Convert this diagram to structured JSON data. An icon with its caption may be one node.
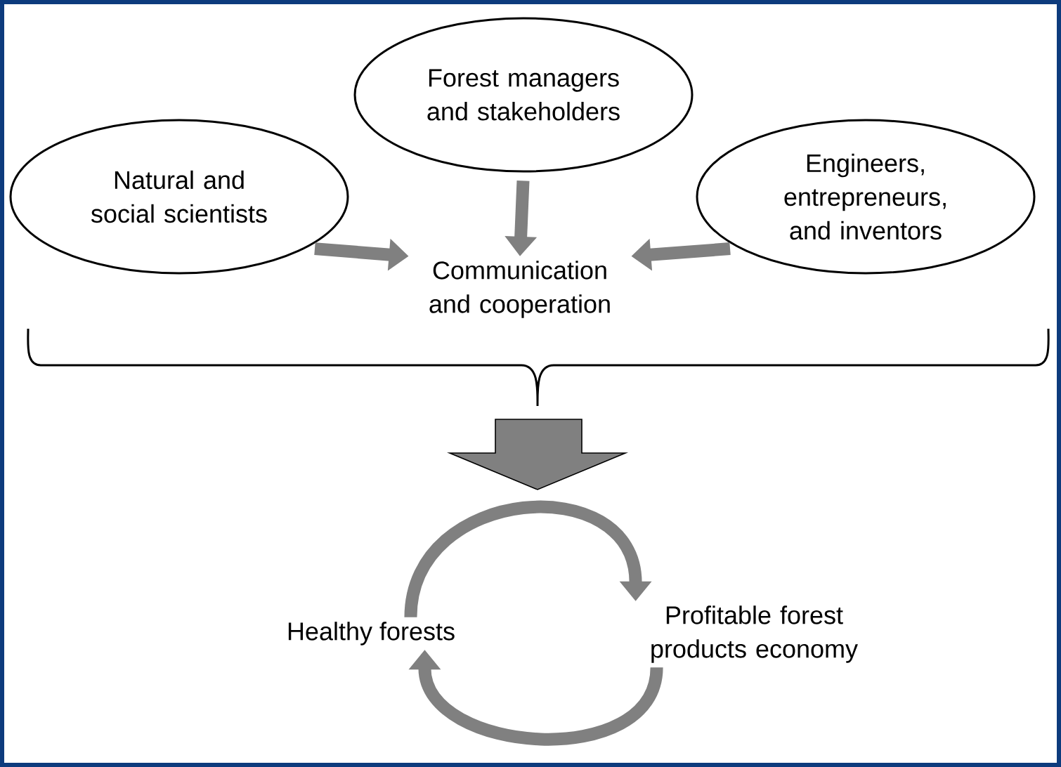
{
  "diagram": {
    "nodes": [
      {
        "text": [
          "Forest managers and stakeholders"
        ]
      },
      {
        "text": [
          "Natural and social scientists"
        ]
      },
      {
        "text": [
          "Engineers, entrepreneurs, and inventors"
        ]
      },
      {
        "text": [
          "Communication and cooperation"
        ]
      },
      {
        "text": [
          "Healthy forests"
        ]
      },
      {
        "text": [
          "Profitable forest products economy"
        ]
      }
    ],
    "edges": [
      {
        "from": 1,
        "to": 3,
        "arrow": "to"
      },
      {
        "from": 0,
        "to": 3,
        "arrow": "to"
      },
      {
        "from": 2,
        "to": 3,
        "arrow": "to"
      },
      {
        "from": 4,
        "to": 5,
        "arrow": "to"
      },
      {
        "from": 5,
        "to": 4,
        "arrow": "to"
      }
    ]
  }
}
